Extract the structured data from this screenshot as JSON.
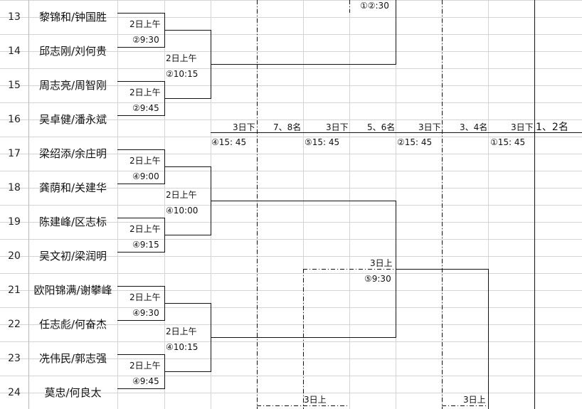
{
  "rows": [
    {
      "num": "13",
      "team": "黎锦和/钟国胜"
    },
    {
      "num": "14",
      "team": "邱志刚/刘何贵"
    },
    {
      "num": "15",
      "team": "周志亮/周智刚"
    },
    {
      "num": "16",
      "team": "吴卓健/潘永斌"
    },
    {
      "num": "17",
      "team": "梁绍添/余庄明"
    },
    {
      "num": "18",
      "team": "龚荫和/关建华"
    },
    {
      "num": "19",
      "team": "陈建峰/区志标"
    },
    {
      "num": "20",
      "team": "吴文初/梁润明"
    },
    {
      "num": "21",
      "team": "欧阳锦满/谢攀峰"
    },
    {
      "num": "22",
      "team": "任志彪/何奋杰"
    },
    {
      "num": "23",
      "team": "冼伟民/郭志强"
    },
    {
      "num": "24",
      "team": "莫忠/何良太"
    }
  ],
  "round1": [
    {
      "day": "2日上午",
      "time": "②9:30"
    },
    {
      "day": "2日上午",
      "time": "②9:45"
    },
    {
      "day": "2日上午",
      "time": "④9:00"
    },
    {
      "day": "2日上午",
      "time": "④9:15"
    },
    {
      "day": "2日上午",
      "time": "④9:30"
    },
    {
      "day": "2日上午",
      "time": "④9:45"
    }
  ],
  "round2": [
    {
      "day": "2日上午",
      "time": "②10:15"
    },
    {
      "day": "2日上午",
      "time": "④10:00"
    },
    {
      "day": "2日上午",
      "time": "④10:15"
    }
  ],
  "top_time": "①②:30",
  "placings": [
    {
      "day": "3日下",
      "place": "7、8名",
      "time": "④15: 45"
    },
    {
      "day": "3日下",
      "place": "5、6名",
      "time": "⑤15: 45"
    },
    {
      "day": "3日下",
      "place": "3、4名",
      "time": "②15: 45"
    },
    {
      "day": "3日下",
      "place": "1、2名",
      "time": "①15: 45"
    }
  ],
  "semi": {
    "day": "3日上",
    "time": "⑤9:30"
  },
  "bottom_left": "3日上",
  "bottom_right": "3日上"
}
